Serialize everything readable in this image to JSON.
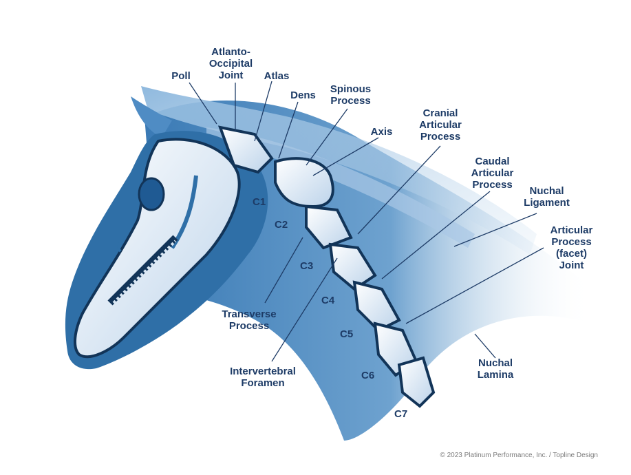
{
  "labels": {
    "poll": "Poll",
    "atlanto_occipital_joint": "Atlanto-\nOccipital\nJoint",
    "atlas": "Atlas",
    "dens": "Dens",
    "spinous_process": "Spinous\nProcess",
    "axis": "Axis",
    "cranial_articular_process": "Cranial\nArticular\nProcess",
    "caudal_articular_process": "Caudal\nArticular\nProcess",
    "nuchal_ligament": "Nuchal\nLigament",
    "articular_process_facet_joint": "Articular\nProcess\n(facet)\nJoint",
    "transverse_process": "Transverse\nProcess",
    "intervertebral_foramen": "Intervertebral\nForamen",
    "nuchal_lamina": "Nuchal\nLamina"
  },
  "vertebrae": [
    "C1",
    "C2",
    "C3",
    "C4",
    "C5",
    "C6",
    "C7"
  ],
  "copyright": "© 2023 Platinum Performance, Inc. / Topline Design",
  "colors": {
    "label": "#1d3b66",
    "skin_dark": "#2f6fa7",
    "skin_light": "#6fa3cf",
    "bone": "#e8eef6",
    "bone_outline": "#123458"
  }
}
